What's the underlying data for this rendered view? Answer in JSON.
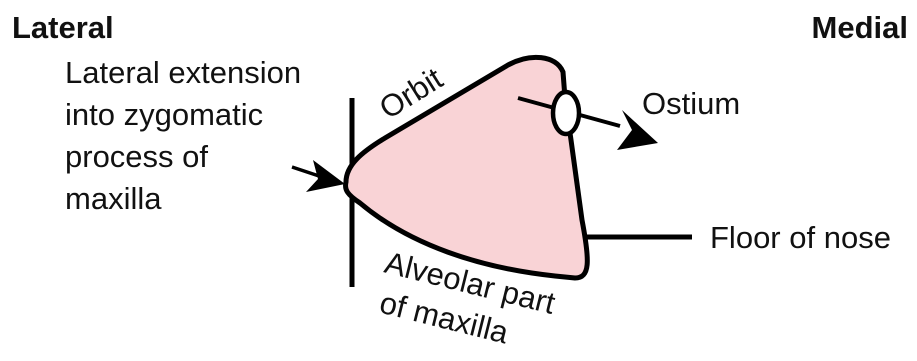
{
  "diagram": {
    "orientation": {
      "left": "Lateral",
      "right": "Medial"
    },
    "labels": {
      "lateral_extension": [
        "Lateral extension",
        "into zygomatic",
        "process of",
        "maxilla"
      ],
      "orbit": "Orbit",
      "ostium": "Ostium",
      "floor_of_nose": "Floor of nose",
      "alveolar": [
        "Alveolar part",
        "of maxilla"
      ]
    },
    "colors": {
      "sinus_fill": "#f9d3d6",
      "stroke": "#000000",
      "ostium_fill": "#ffffff"
    }
  }
}
